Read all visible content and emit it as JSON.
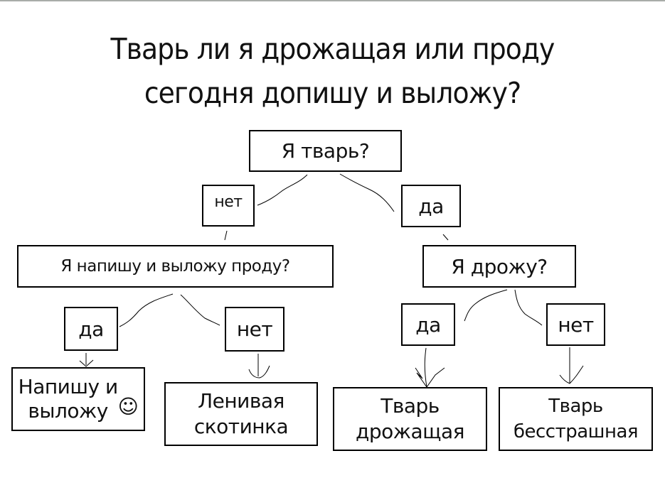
{
  "title": "Тварь ли я дрожащая или проду\nсегодня допишу и выложу?",
  "nodes": {
    "root": "Я тварь?",
    "no_1": "нет",
    "yes_1": "да",
    "q_write": "Я напишу и выложу проду?",
    "q_tremble": "Я дрожу?",
    "yes_write": "да",
    "no_write": "нет",
    "yes_tremble": "да",
    "no_tremble": "нет",
    "result_write": "Напишу и\nвыложу",
    "result_write_emoji": "☺",
    "result_lazy": "Ленивая\nскотинка",
    "result_trembling": "Тварь\nдрожащая",
    "result_fearless": "Тварь\nбесстрашная"
  },
  "edges": [
    {
      "from": "root",
      "to": "no_1"
    },
    {
      "from": "root",
      "to": "yes_1"
    },
    {
      "from": "no_1",
      "to": "q_write"
    },
    {
      "from": "yes_1",
      "to": "q_tremble"
    },
    {
      "from": "q_write",
      "to": "yes_write"
    },
    {
      "from": "q_write",
      "to": "no_write"
    },
    {
      "from": "q_tremble",
      "to": "yes_tremble"
    },
    {
      "from": "q_tremble",
      "to": "no_tremble"
    },
    {
      "from": "yes_write",
      "to": "result_write"
    },
    {
      "from": "no_write",
      "to": "result_lazy"
    },
    {
      "from": "yes_tremble",
      "to": "result_trembling"
    },
    {
      "from": "no_tremble",
      "to": "result_fearless"
    }
  ]
}
